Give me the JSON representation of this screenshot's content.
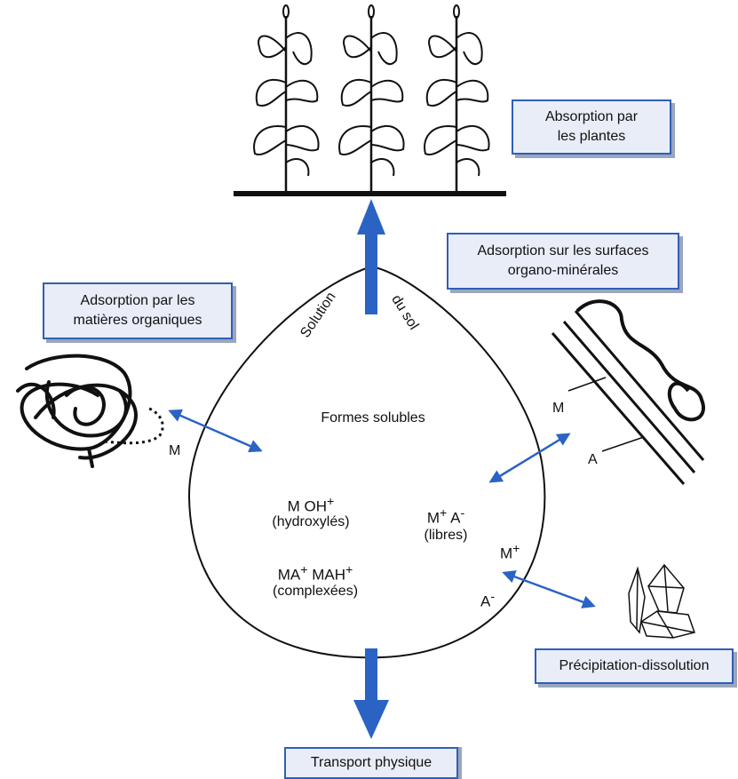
{
  "boxes": {
    "absorption_plants": [
      "Absorption par",
      "les plantes"
    ],
    "adsorption_surfaces": [
      "Adsorption sur les surfaces",
      "organo-minérales"
    ],
    "adsorption_organic": [
      "Adsorption par les",
      "matières organiques"
    ],
    "precipitation": "Précipitation-dissolution",
    "transport": "Transport physique"
  },
  "drop": {
    "label_left": "Solution",
    "label_right": "du sol",
    "title": "Formes solubles",
    "hydroxyl_formula": "M OH",
    "hydroxyl_sup": "+",
    "hydroxyl_name": "(hydroxylés)",
    "complex_formula_a": "MA",
    "complex_formula_b": "MAH",
    "complex_sup": "+",
    "complex_name": "(complexées)",
    "free_m": "M",
    "free_sup_m": "+",
    "free_a": "A",
    "free_sup_a": "-",
    "free_name": "(libres)"
  },
  "side_labels": {
    "organic_m": "M",
    "surface_m": "M",
    "surface_a": "A",
    "precip_m": "M",
    "precip_m_sup": "+",
    "precip_a": "A",
    "precip_a_sup": "-"
  },
  "colors": {
    "arrow_blue": "#2a63c4",
    "box_fill": "#e9edf7",
    "box_border": "#2f5fb6",
    "ink": "#111111"
  },
  "icons": [
    "corn-plant-icon",
    "organic-matter-tangle-icon",
    "clay-mineral-icon",
    "crystals-icon"
  ]
}
